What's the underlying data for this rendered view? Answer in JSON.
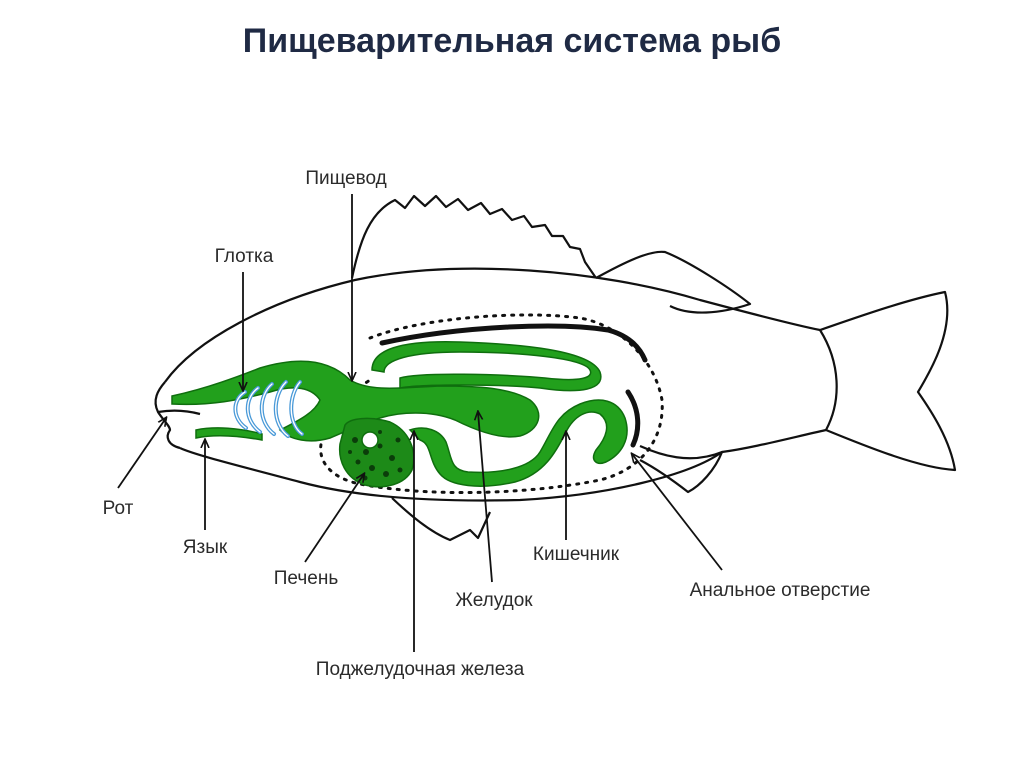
{
  "title": "Пищеварительная система рыб",
  "labels": {
    "esophagus": "Пищевод",
    "pharynx": "Глотка",
    "mouth": "Рот",
    "tongue": "Язык",
    "liver": "Печень",
    "stomach": "Желудок",
    "intestine": "Кишечник",
    "anus": "Анальное отверстие",
    "pancreas": "Поджелудочная железа"
  },
  "colors": {
    "organ_green": "#22a01c",
    "organ_dark": "#0f6e0e",
    "gills_blue": "#4a9ad8",
    "outline": "#111111"
  }
}
